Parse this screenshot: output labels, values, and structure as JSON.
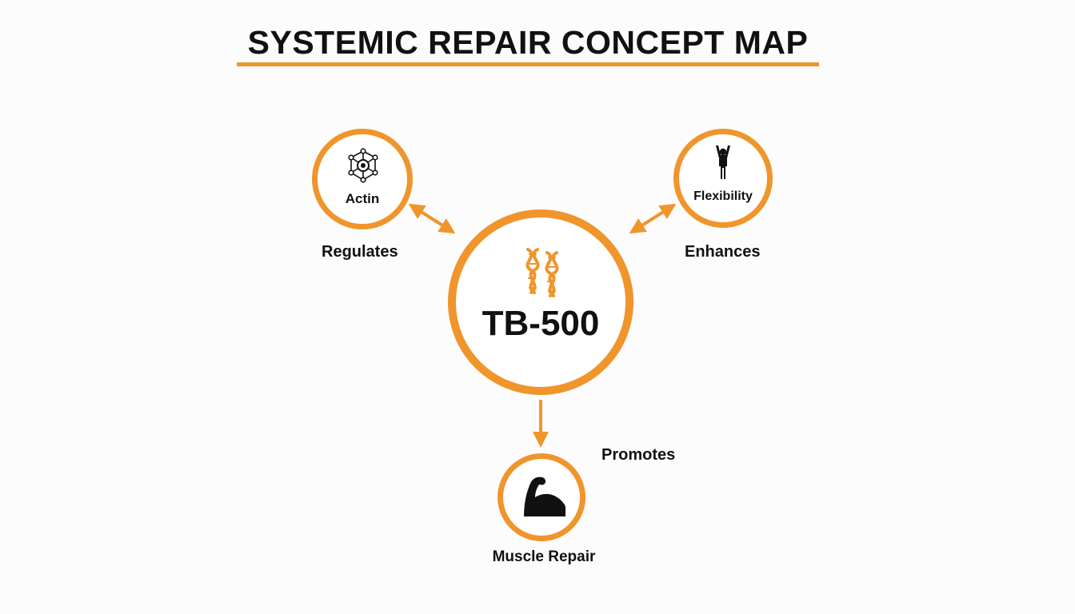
{
  "title": "SYSTEMIC REPAIR CONCEPT MAP",
  "colors": {
    "accent": "#f0952b",
    "text": "#111111",
    "background": "#fcfcfc"
  },
  "nodes": {
    "center": {
      "label": "TB-500",
      "icon": "dna-helix-icon"
    },
    "actin": {
      "label": "Actin",
      "icon": "molecule-network-icon"
    },
    "flexibility": {
      "label": "Flexibility",
      "icon": "stretching-person-icon"
    },
    "muscle_repair": {
      "label": "Muscle Repair",
      "icon": "flexed-bicep-icon"
    }
  },
  "edges": {
    "actin": {
      "label": "Regulates",
      "direction": "bidirectional"
    },
    "flexibility": {
      "label": "Enhances",
      "direction": "bidirectional"
    },
    "muscle_repair": {
      "label": "Promotes",
      "direction": "to-target"
    }
  }
}
